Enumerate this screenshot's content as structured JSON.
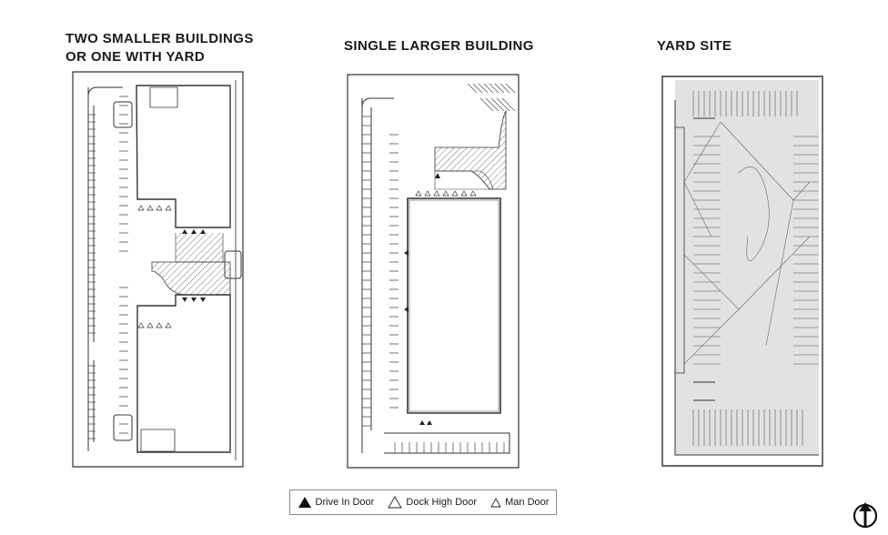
{
  "titles": {
    "plan1_line1": "TWO SMALLER BUILDINGS",
    "plan1_line2": "OR ONE WITH YARD",
    "plan2": "SINGLE LARGER BUILDING",
    "plan3": "YARD SITE"
  },
  "legend": {
    "drive_in": "Drive In Door",
    "dock_high": "Dock High Door",
    "man_door": "Man Door"
  },
  "icons": {
    "drive_in": "filled-triangle",
    "dock_high": "outline-triangle",
    "man_door": "small-outline-triangle",
    "north": "north-arrow"
  },
  "colors": {
    "line": "#333333",
    "hatch": "#555555",
    "yard_fill": "#d9d9d9"
  }
}
